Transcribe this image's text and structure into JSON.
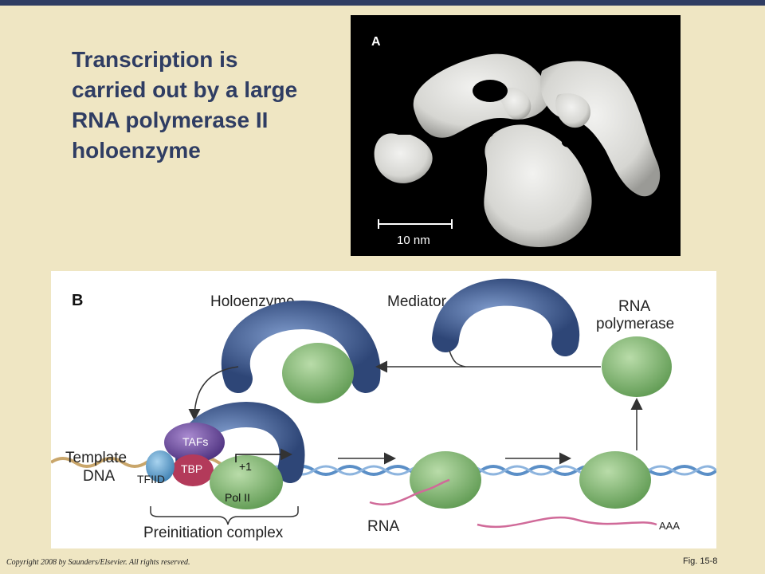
{
  "slide": {
    "title": "Transcription is carried out by a large RNA polymerase II holoenzyme",
    "copyright": "Copyright 2008 by Saunders/Elsevier. All rights reserved.",
    "figure_ref": "Fig. 15-8"
  },
  "panel_a": {
    "label": "A",
    "scale_bar": "10 nm"
  },
  "panel_b": {
    "label": "B",
    "holoenzyme": "Holoenzyme",
    "mediator": "Mediator",
    "rna_polymerase_line1": "RNA",
    "rna_polymerase_line2": "polymerase",
    "template_line1": "Template",
    "template_line2": "DNA",
    "tfiid": "TFIID",
    "tafs": "TAFs",
    "tbp": "TBP",
    "plus_one": "+1",
    "pol_ii": "Pol II",
    "preinitiation_complex": "Preinitiation complex",
    "rna": "RNA",
    "aaa": "AAA"
  },
  "colors": {
    "background": "#efe6c3",
    "title": "#2f3d63",
    "mediator_blue": "#3d5a8f",
    "polymerase_green": "#7fb46f",
    "taf_purple": "#6b4b9a",
    "tbp_red": "#b33a5a",
    "tfiid_blue": "#4d8fbf",
    "dna_blue": "#5b8fc7",
    "dna_tan": "#c9a66b",
    "rna_pink": "#d06a99"
  }
}
